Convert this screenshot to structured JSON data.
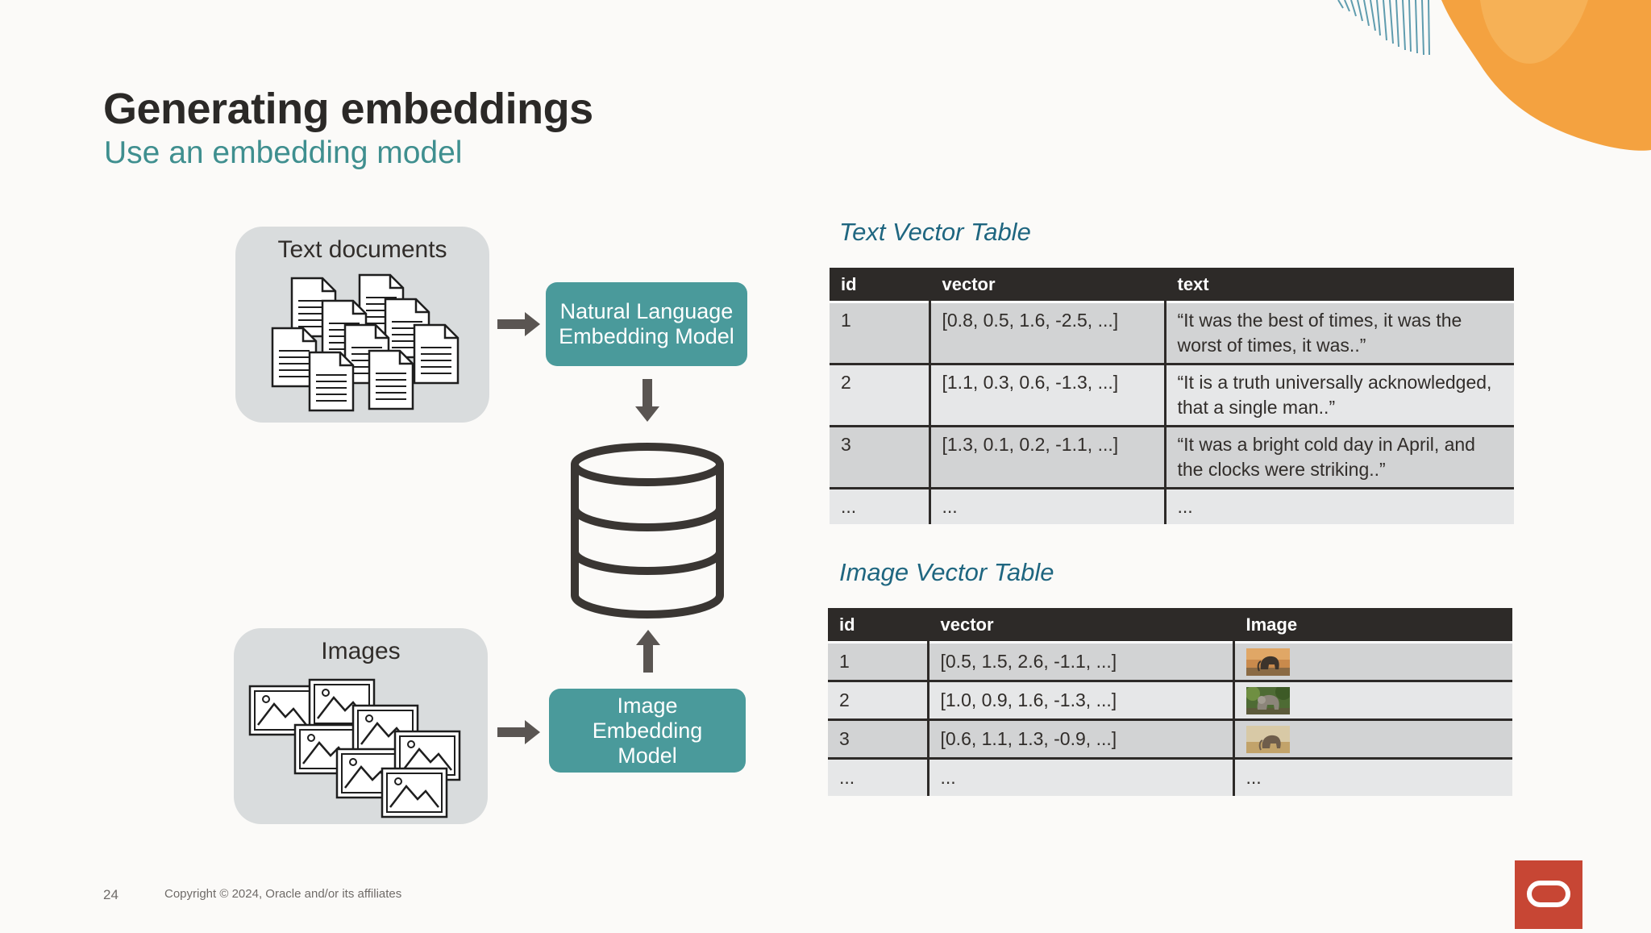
{
  "slide": {
    "title": "Generating embeddings",
    "subtitle": "Use an embedding model",
    "page_number": "24",
    "copyright": "Copyright © 2024, Oracle and/or its affiliates"
  },
  "diagram": {
    "text_source_label": "Text documents",
    "image_source_label": "Images",
    "text_model_label": "Natural Language Embedding Model",
    "image_model_label": "Image Embedding Model",
    "icons": [
      "document-icon",
      "image-icon",
      "arrow-right-icon",
      "arrow-down-icon",
      "arrow-up-icon",
      "database-icon",
      "oracle-logo-icon"
    ]
  },
  "text_vector_table": {
    "caption": "Text Vector Table",
    "columns": [
      "id",
      "vector",
      "text"
    ],
    "rows": [
      [
        "1",
        "[0.8, 0.5, 1.6, -2.5, ...]",
        "“It was the best of times, it was the worst of times, it was..”"
      ],
      [
        "2",
        "[1.1, 0.3, 0.6, -1.3, ...]",
        "“It is a truth universally acknowledged, that a single man..”"
      ],
      [
        "3",
        "[1.3, 0.1, 0.2, -1.1, ...]",
        "“It was a bright cold day in April, and the clocks were striking..”"
      ],
      [
        "...",
        "...",
        "..."
      ]
    ]
  },
  "image_vector_table": {
    "caption": "Image Vector Table",
    "columns": [
      "id",
      "vector",
      "Image"
    ],
    "rows": [
      [
        "1",
        "[0.5, 1.5, 2.6, -1.1, ...]",
        ""
      ],
      [
        "2",
        "[1.0, 0.9, 1.6, -1.3, ...]",
        ""
      ],
      [
        "3",
        "[0.6, 1.1, 1.3, -0.9, ...]",
        ""
      ],
      [
        "...",
        "...",
        "..."
      ]
    ],
    "thumbnails": [
      "elephant-sunset-image",
      "elephant-forest-image",
      "elephant-savanna-image"
    ]
  },
  "colors": {
    "accent_teal": "#4a9a9b",
    "subtitle_teal": "#3f8f8f",
    "caption_blue": "#1f6680",
    "header_dark": "#2d2a28",
    "oracle_red": "#c74634",
    "decor_orange": "#f4a240"
  }
}
